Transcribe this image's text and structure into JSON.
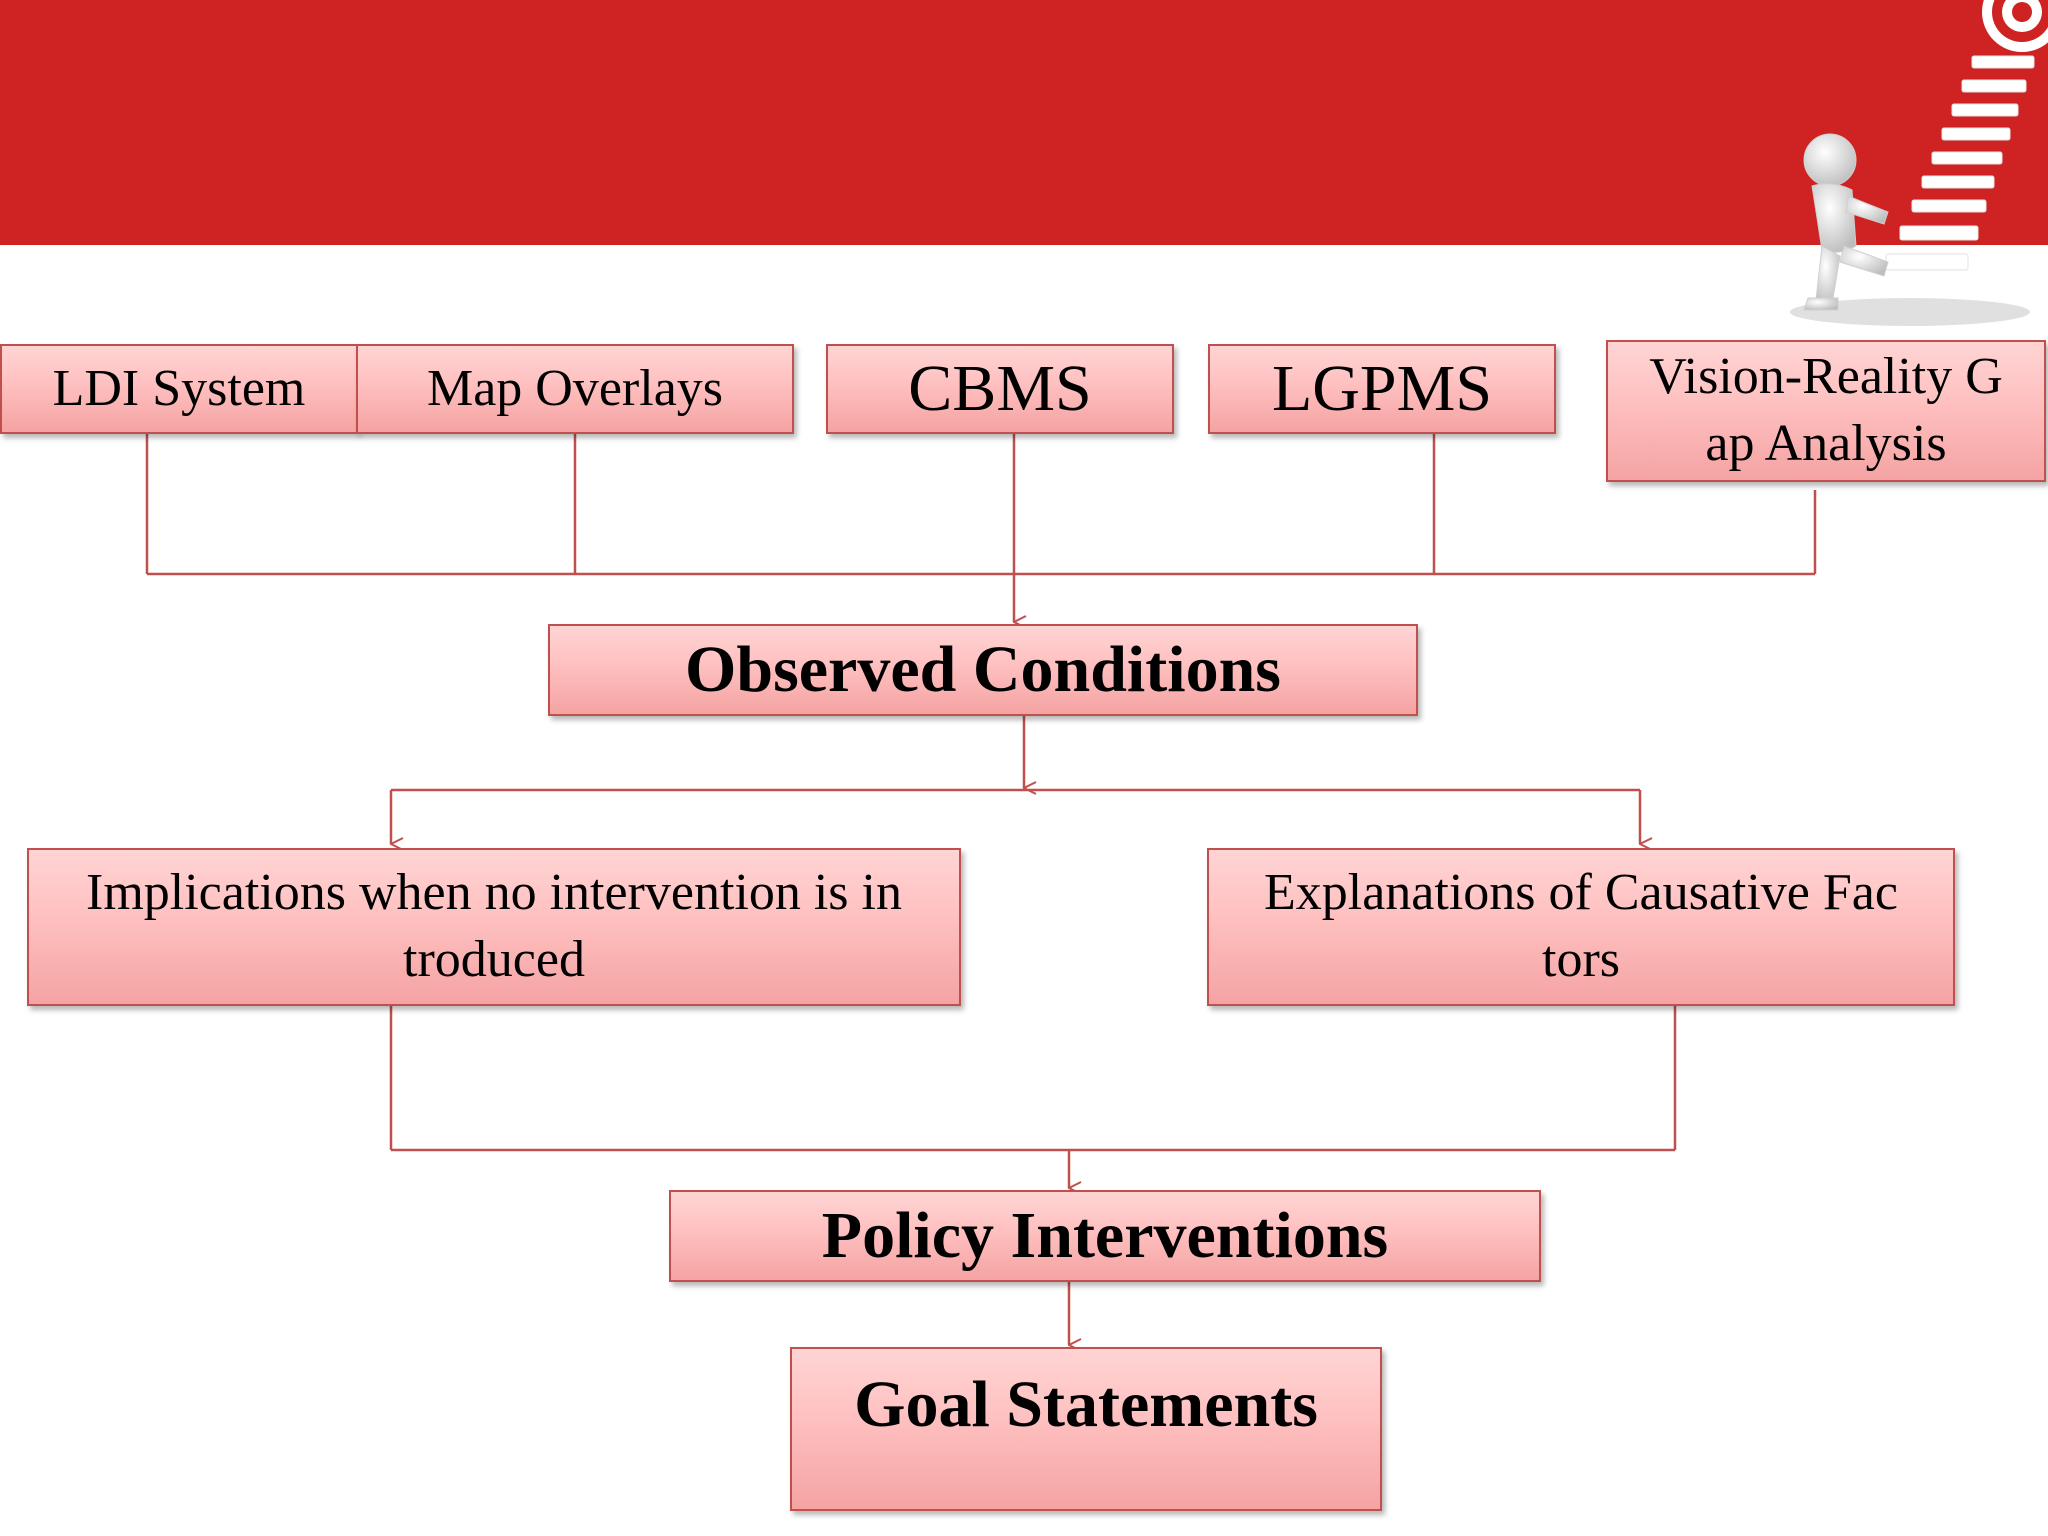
{
  "colors": {
    "banner": "#cf2222",
    "box_border": "#c0504d",
    "box_fill_top": "#ffd4d4",
    "box_fill_bottom": "#f5a3a3",
    "connector": "#c0504d"
  },
  "icons": {
    "corner_decoration": "figure-climbing-stairs-to-target-icon"
  },
  "diagram": {
    "sources": [
      {
        "id": "ldi",
        "label": "LDI System"
      },
      {
        "id": "map",
        "label": "Map Overlays"
      },
      {
        "id": "cbms",
        "label": "CBMS"
      },
      {
        "id": "lgpms",
        "label": "LGPMS"
      },
      {
        "id": "vision",
        "label_line1": "Vision-Reality G",
        "label_line2": "ap Analysis"
      }
    ],
    "observed": {
      "label": "Observed Conditions"
    },
    "implications": {
      "label_line1": "Implications when no intervention is in",
      "label_line2": "troduced"
    },
    "explanations": {
      "label_line1": "Explanations of Causative Fac",
      "label_line2": "tors"
    },
    "policy": {
      "label": "Policy Interventions"
    },
    "goal": {
      "label": "Goal Statements"
    }
  }
}
